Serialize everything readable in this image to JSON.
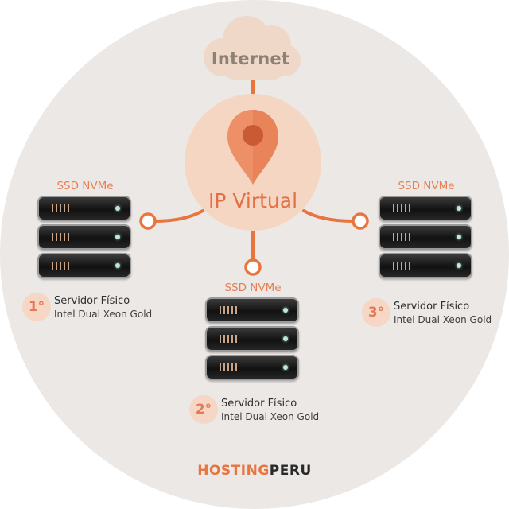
{
  "diagram": {
    "internet_label": "Internet",
    "ip_virtual_label": "IP Virtual",
    "servers": [
      {
        "rank": "1°",
        "storage": "SSD NVMe",
        "title": "Servidor Físico",
        "cpu": "Intel Dual Xeon Gold"
      },
      {
        "rank": "2°",
        "storage": "SSD NVMe",
        "title": "Servidor Físico",
        "cpu": "Intel Dual Xeon Gold"
      },
      {
        "rank": "3°",
        "storage": "SSD NVMe",
        "title": "Servidor Físico",
        "cpu": "Intel Dual Xeon Gold"
      }
    ]
  },
  "brand": {
    "logo_part1": "HOSTING",
    "logo_part2": "PERU"
  },
  "colors": {
    "accent": "#e8743e",
    "background_circle": "#ebe8e6",
    "ip_circle": "#f5d6c3",
    "rank_badge": "#f6d7c5",
    "cloud": "#efd8c7"
  }
}
